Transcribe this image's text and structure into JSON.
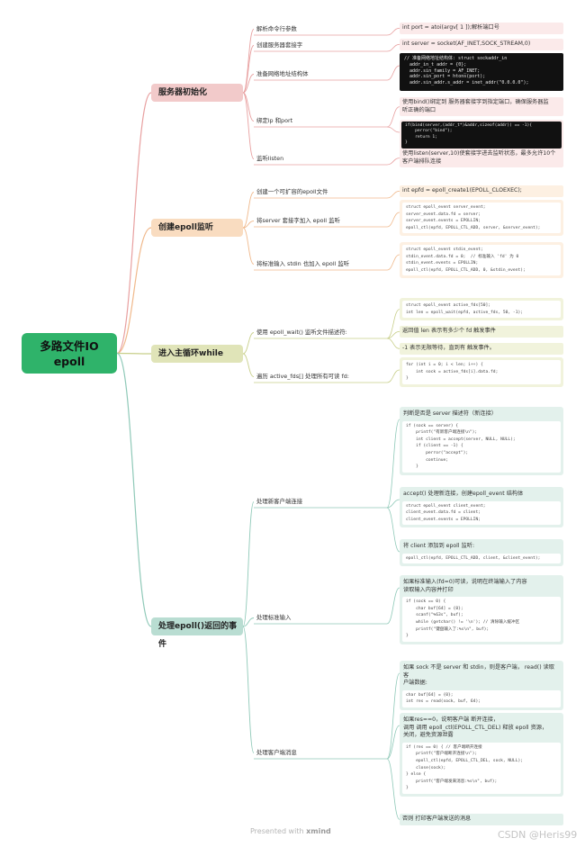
{
  "root": {
    "title": "多路文件IO\nepoll",
    "color": "#2fb36a"
  },
  "branches": [
    {
      "label": "服务器初始化",
      "color": "#f2caca",
      "line": "#e8a0a0",
      "subs": [
        {
          "label": "解析命令行参数",
          "leaves": [
            {
              "text": "int port = atoi(argv[ 1 ]);解析端口号"
            }
          ]
        },
        {
          "label": "创建服务器套接字",
          "leaves": [
            {
              "text": "int server = socket(AF_INET,SOCK_STREAM,0)"
            }
          ]
        },
        {
          "label": "准备网络地址结构体",
          "leaves": [
            {
              "code_dark": "// 准备网络地址结构体: struct sockaddr_in\n  addr_in_t addr = {0};\n  addr.sin_family = AF_INET;\n  addr.sin_port = htons(port);\n  addr.sin_addr.s_addr = inet_addr(\"0.0.0.0\");"
            }
          ]
        },
        {
          "label": "绑定ip 和port",
          "leaves": [
            {
              "text": "使用bind()绑定到 服务器套接字到指定端口，确保服务器监\n听正确的端口"
            },
            {
              "code_dark": "if(bind(server,(addr_t*)&addr,sizeof(addr)) == -1){\n    perror(\"bind\");\n    return 1;\n}"
            }
          ]
        },
        {
          "label": "监听listen",
          "leaves": [
            {
              "text": "使用listen(server,10)使套接字进去监听状态，最多允许10个\n客户端排队连接"
            }
          ]
        }
      ]
    },
    {
      "label": "创建epoll监听",
      "color": "#f9dcc0",
      "line": "#f0b98c",
      "subs": [
        {
          "label": "创建一个可扩容的epoll文件",
          "leaves": [
            {
              "text": "int epfd = epoll_create1(EPOLL_CLOEXEC);"
            }
          ]
        },
        {
          "label": "将server 套接字加入 epoll 监听",
          "leaves": [
            {
              "code": "struct epoll_event server_event;\nserver_event.data.fd = server;\nserver_event.events = EPOLLIN;\nepoll_ctl(epfd, EPOLL_CTL_ADD, server, &server_event);"
            }
          ]
        },
        {
          "label": "将标准输入 stdin 也加入 epoll 监听",
          "leaves": [
            {
              "code": "struct epoll_event stdin_event;\nstdin_event.data.fd = 0;  // 标准输入 'fd' 为 0\nstdin_event.events = EPOLLIN;\nepoll_ctl(epfd, EPOLL_CTL_ADD, 0, &stdin_event);"
            }
          ]
        }
      ]
    },
    {
      "label": "进入主循环while",
      "color": "#e0e4b8",
      "line": "#c8cf8a",
      "subs": [
        {
          "label": "使用 epoll_wait() 监听文件描述符:",
          "leaves": [
            {
              "code": "struct epoll_event active_fds[50];\nint len = epoll_wait(epfd, active_fds, 50, -1);"
            },
            {
              "text": "返回值 len 表示有多少个 fd 触发事件"
            },
            {
              "text": "-1 表示无限等待，直到有 触发事件。"
            }
          ]
        },
        {
          "label": "遍历 active_fds[] 处理所有可读 fd:",
          "leaves": [
            {
              "code": "for (int i = 0; i < len; i++) {\n    int sock = active_fds[i].data.fd;\n}"
            }
          ]
        }
      ]
    },
    {
      "label": "处理epoll()返回的事件",
      "color": "#b9ddd2",
      "line": "#8fc9b8",
      "subs": [
        {
          "label": "处理新客户端连接",
          "leaves": [
            {
              "title": "判断是否是 server 描述符（新连接）",
              "code": "if (sock == server) {\n    printf(\"有新客户端连接\\n\");\n    int client = accept(server, NULL, NULL);\n    if (client == -1) {\n        perror(\"accept\");\n        continue;\n    }"
            },
            {
              "title": "accept() 处理新连接，创建epoll_event 结构体",
              "code": "struct epoll_event client_event;\nclient_event.data.fd = client;\nclient_event.events = EPOLLIN;"
            },
            {
              "title": "将 client 添加到 epoll 监听:",
              "code": "epoll_ctl(epfd, EPOLL_CTL_ADD, client, &client_event);"
            }
          ]
        },
        {
          "label": "处理标准输入",
          "leaves": [
            {
              "title": "如果标准输入(fd=0)可读，说明在终端输入了内容\n读取输入内容并打印",
              "code": "if (sock == 0) {\n    char buf[64] = {0};\n    scanf(\"%63s\", buf);\n    while (getchar() != '\\n'); // 清除输入缓冲区\n    printf(\"键盘输入了:%s\\n\", buf);\n}"
            }
          ]
        },
        {
          "label": "处理客户端消息",
          "leaves": [
            {
              "title": "如果 sock 不是 server 和 stdin，则是客户端， read() 读取客\n户端数据:",
              "code": "char buf[64] = {0};\nint res = read(sock, buf, 64);"
            },
            {
              "title": "如果res==0，说明客户端 断开连接，\n调用 调用 epoll_ctl(EPOLL_CTL_DEL) 释放 epoll 资源，\n关闭，避免资源泄露",
              "code": "if (res == 0) { // 客户端断开连接\n    printf(\"客户端断开连接\\n\");\n    epoll_ctl(epfd, EPOLL_CTL_DEL, sock, NULL);\n    close(sock);\n} else {\n    printf(\"客户端发来消息:%s\\n\", buf);\n}"
            },
            {
              "text": "否则 打印客户端发送的消息"
            }
          ]
        }
      ]
    }
  ],
  "footer": {
    "prefix": "Presented with ",
    "brand": "xmind"
  },
  "watermark": "CSDN @Heris99"
}
